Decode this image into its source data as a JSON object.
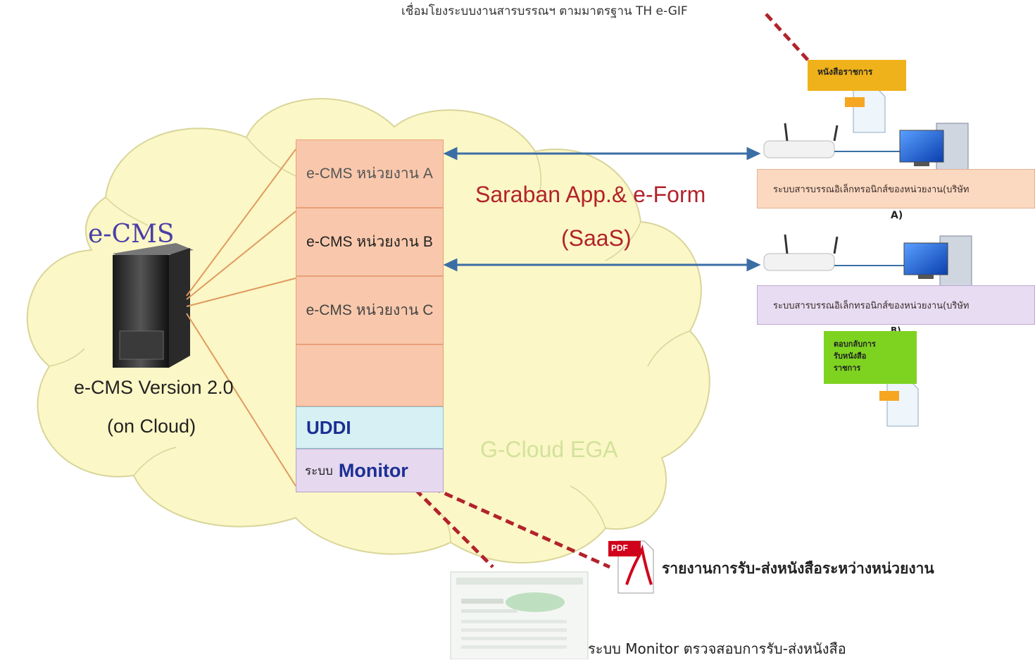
{
  "header": {
    "top_caption": "เชื่อมโยงระบบงานสารบรรณฯ ตามมาตรฐาน TH e-GIF"
  },
  "left": {
    "server_label": "e-CMS",
    "version_line1": "e-CMS Version 2.0",
    "version_line2": "(on Cloud)"
  },
  "stack": {
    "cells": [
      "e-CMS หน่วยงาน A",
      "e-CMS หน่วยงาน B",
      "e-CMS หน่วยงาน C",
      ""
    ],
    "uddi": "UDDI",
    "monitor_prefix": "ระบบ",
    "monitor_word": "Monitor"
  },
  "center": {
    "app_line1": "Saraban App.& e-Form",
    "app_line2": "(SaaS)",
    "cloud_label": "G-Cloud EGA"
  },
  "right": {
    "doc_tag": "หนังสือราชการ",
    "system_a": "ระบบสารบรรณอิเล็กทรอนิกส์ของหน่วยงาน(บริษัท",
    "system_a_suffix": "A)",
    "system_b": "ระบบสารบรรณอิเล็กทรอนิกส์ของหน่วยงาน(บริษัท",
    "system_b_suffix": "B)",
    "receipt_tag_line1": "ตอบกลับการ",
    "receipt_tag_line2": "รับหนังสือ",
    "receipt_tag_line3": "ราชการ"
  },
  "bottom": {
    "pdf_label": "PDF",
    "report_text": "รายงานการรับ-ส่งหนังสือระหว่างหน่วยงาน",
    "monitor_text": "ระบบ Monitor ตรวจสอบการรับ-ส่งหนังสือ"
  },
  "colors": {
    "cloud_fill": "#fbf7c6",
    "cloud_stroke": "#d9d59a",
    "stack_fill": "#f9c8ac",
    "uddi_fill": "#d6f0f4",
    "monitor_fill": "#e6d8ee",
    "arrow": "#3a6ea5",
    "dashed": "#b2232b",
    "system_a_fill": "#fbd9c0",
    "system_b_fill": "#e7dcf1",
    "doc_tag_fill": "#f0b21a",
    "receipt_tag_fill": "#7ed321",
    "app_text": "#b2232b"
  }
}
